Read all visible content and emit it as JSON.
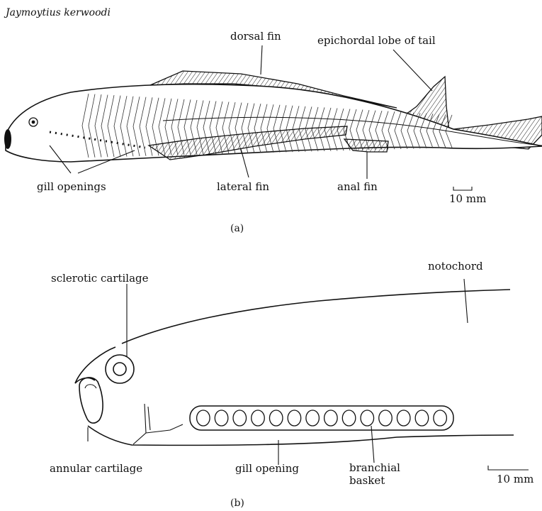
{
  "figure": {
    "title": "Jaymoytius kerwoodi",
    "panel_a": {
      "caption": "(a)",
      "labels": {
        "dorsal_fin": "dorsal fin",
        "epichordal_lobe": "epichordal lobe of tail",
        "gill_openings": "gill openings",
        "lateral_fin": "lateral fin",
        "anal_fin": "anal fin"
      },
      "scale": "10 mm"
    },
    "panel_b": {
      "caption": "(b)",
      "labels": {
        "sclerotic_cartilage": "sclerotic cartilage",
        "notochord": "notochord",
        "annular_cartilage": "annular cartilage",
        "gill_opening": "gill opening",
        "branchial_basket_line1": "branchial",
        "branchial_basket_line2": "basket"
      },
      "scale": "10 mm"
    }
  }
}
